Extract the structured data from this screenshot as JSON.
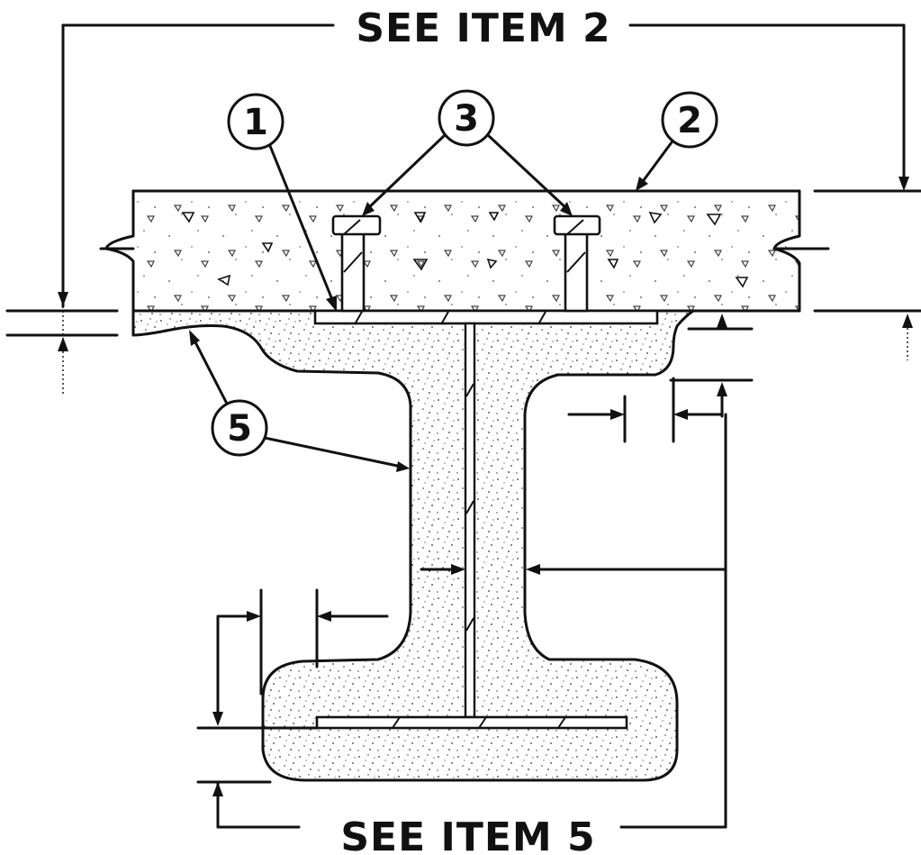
{
  "labels": {
    "top": "SEE ITEM 2",
    "bottom": "SEE ITEM 5"
  },
  "callouts": {
    "item1": "1",
    "item2": "2",
    "item3": "3",
    "item5": "5"
  }
}
